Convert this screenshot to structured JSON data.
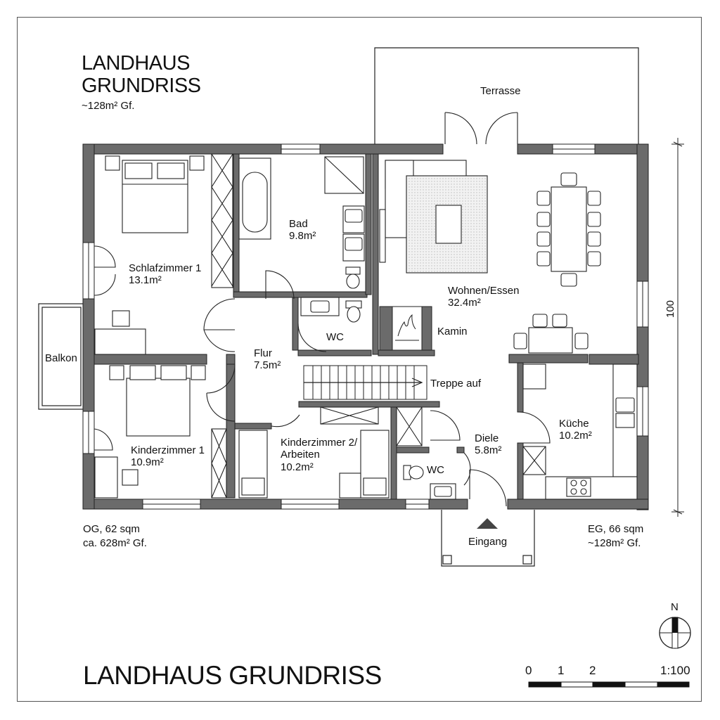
{
  "title": {
    "line1": "LANDHAUS",
    "line2": "GRUNDRISS",
    "area": "~128m² Gf."
  },
  "bottom_title": "LANDHAUS GRUNDRISS",
  "terrace": "Terrasse",
  "balcony": "Balkon",
  "entrance": "Eingang",
  "stairs": "Treppe auf",
  "fireplace": "Kamin",
  "dimension": "100",
  "rooms": {
    "schlafzimmer": {
      "name": "Schlafzimmer 1",
      "area": "13.1m²"
    },
    "bad": {
      "name": "Bad",
      "area": "9.8m²"
    },
    "wohnen": {
      "name": "Wohnen/Essen",
      "area": "32.4m²"
    },
    "flur": {
      "name": "Flur",
      "area": "7.5m²"
    },
    "wc_upper": {
      "name": "WC"
    },
    "kinderzimmer1": {
      "name": "Kinderzimmer 1",
      "area": "10.9m²"
    },
    "kinderzimmer2": {
      "line1": "Kinderzimmer 2/",
      "line2": "Arbeiten",
      "area": "10.2m²"
    },
    "diele": {
      "name": "Diele",
      "area": "5.8m²"
    },
    "wc_lower": {
      "name": "WC"
    },
    "kueche": {
      "name": "Küche",
      "area": "10.2m²"
    }
  },
  "summary_left": {
    "line1": "OG, 62 sqm",
    "line2": "ca. 628m² Gf."
  },
  "summary_right": {
    "line1": "EG, 66 sqm",
    "line2": "~128m² Gf."
  },
  "north": "N",
  "scale": {
    "ticks": [
      "0",
      "1",
      "2"
    ],
    "ratio": "1:100"
  },
  "colors": {
    "wall": "#6b6b6b",
    "line": "#222222",
    "rug": "#e6e6e6"
  }
}
